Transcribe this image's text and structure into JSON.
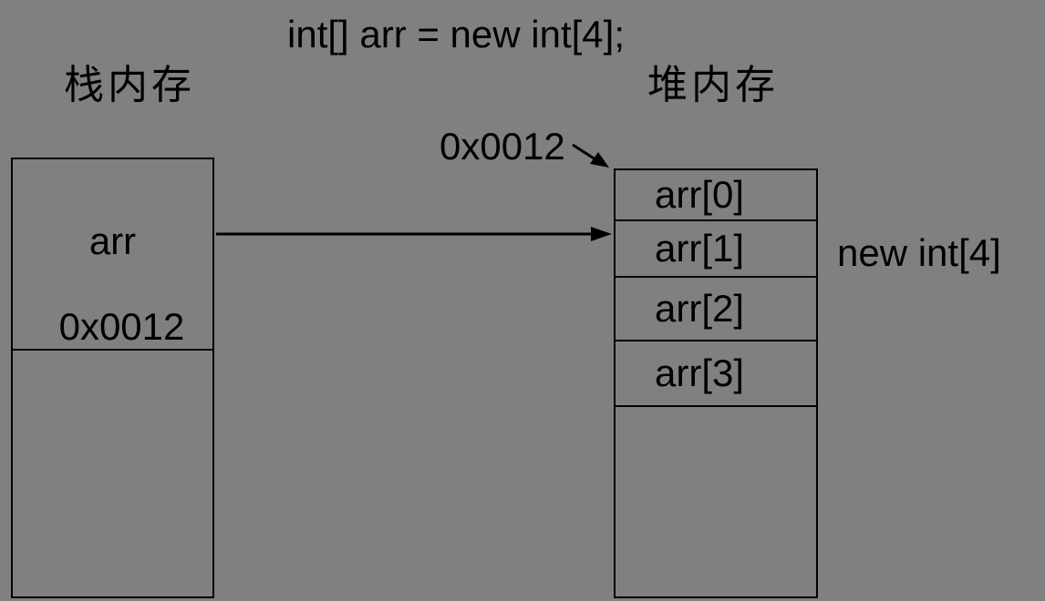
{
  "title": "int[] arr = new int[4];",
  "stack": {
    "label": "栈内存",
    "frame": {
      "var_name": "arr",
      "address": "0x0012"
    }
  },
  "heap": {
    "label": "堆内存",
    "pointer_address": "0x0012",
    "cells": [
      "arr[0]",
      "arr[1]",
      "arr[2]",
      "arr[3]"
    ],
    "annotation": "new int[4]"
  },
  "colors": {
    "background": "#808080",
    "foreground": "#000000"
  }
}
